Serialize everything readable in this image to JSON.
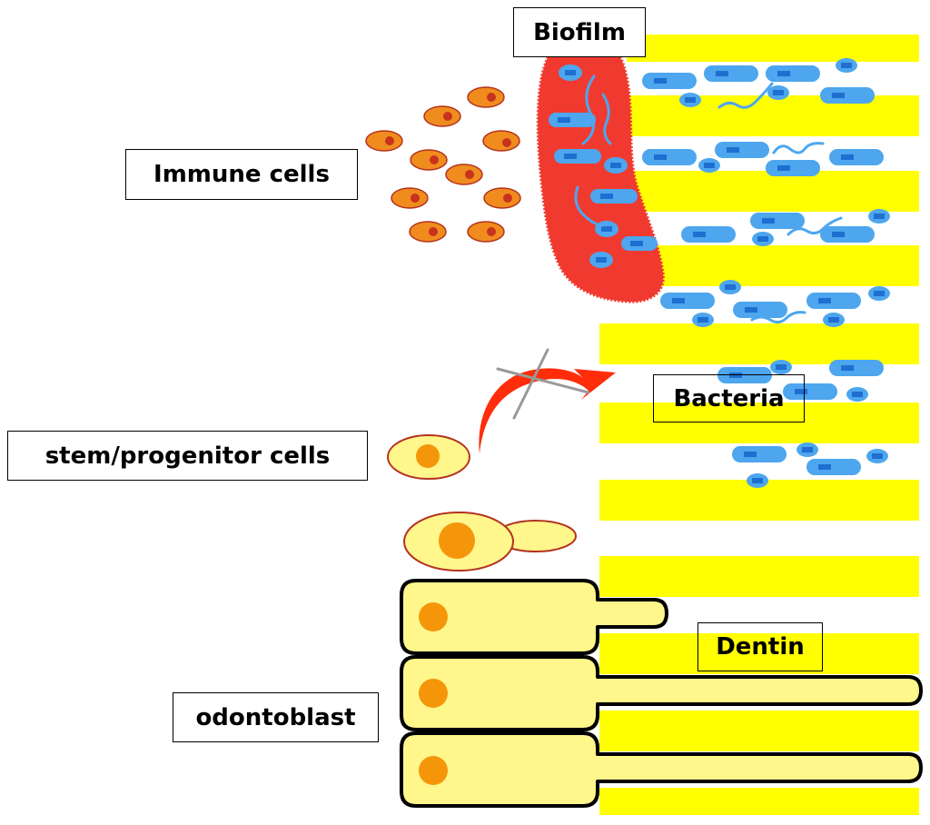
{
  "labels": {
    "biofilm": "Biofilm",
    "immune_cells": "Immune cells",
    "bacteria": "Bacteria",
    "stem_progenitor_cells": "stem/progenitor cells",
    "dentin": "Dentin",
    "odontoblast": "odontoblast"
  },
  "colors": {
    "dentin": "#ffff00",
    "biofilm": "#f03a30",
    "bacteria": "#4da6ee",
    "bacteria_dark": "#1f6fd0",
    "immune_cell": "#f08c1e",
    "immune_nucleus": "#c8321e",
    "cell_body": "#fff68c",
    "cell_outline_red": "#b4321e",
    "nucleus": "#f5960a",
    "arrow": "#ff2d0a",
    "cross": "#999999"
  }
}
